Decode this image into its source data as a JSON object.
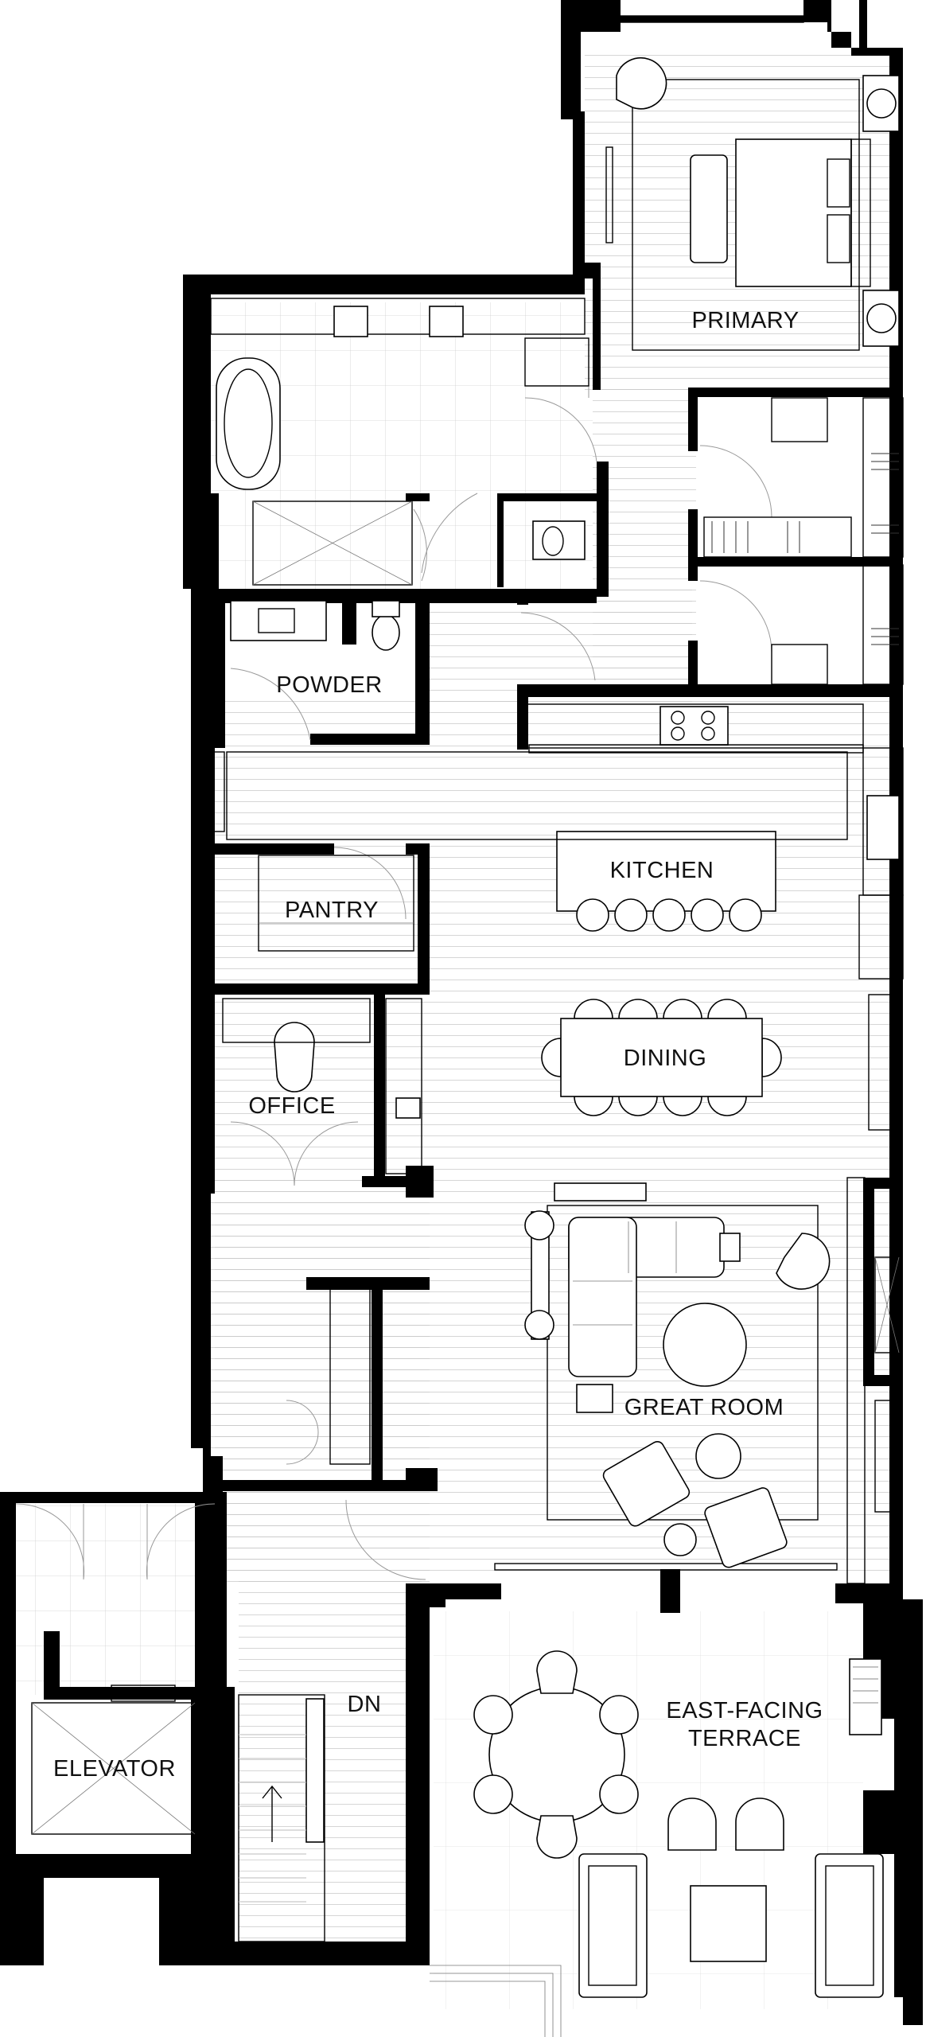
{
  "plan": {
    "rooms": {
      "primary": "PRIMARY",
      "powder": "POWDER",
      "kitchen": "KITCHEN",
      "pantry": "PANTRY",
      "dining": "DINING",
      "office": "OFFICE",
      "great_room": "GREAT ROOM",
      "elevator": "ELEVATOR",
      "terrace_line1": "EAST-FACING",
      "terrace_line2": "TERRACE",
      "stair_dn": "DN"
    }
  }
}
